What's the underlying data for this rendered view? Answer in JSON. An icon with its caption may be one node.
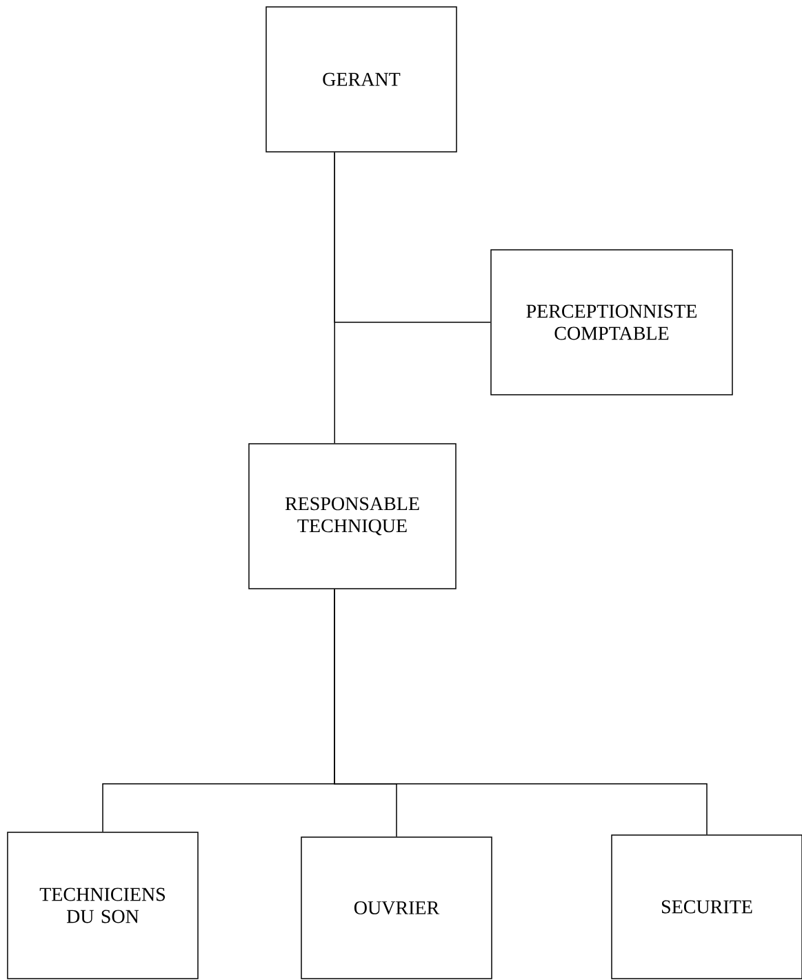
{
  "diagram": {
    "nodes": [
      {
        "text": [
          "GERANT"
        ]
      },
      {
        "text": [
          "PERCEPTIONNISTE COMPTABLE"
        ]
      },
      {
        "text": [
          "RESPONSABLE TECHNIQUE"
        ]
      },
      {
        "text": [
          "TECHNICIENS DU SON"
        ]
      },
      {
        "text": [
          "OUVRIER"
        ]
      },
      {
        "text": [
          "SECURITE"
        ]
      }
    ],
    "edges": [
      {
        "from": 0,
        "to": 1,
        "arrow": "none"
      },
      {
        "from": 0,
        "to": 2,
        "arrow": "none"
      },
      {
        "from": 2,
        "to": 3,
        "arrow": "none"
      },
      {
        "from": 2,
        "to": 4,
        "arrow": "none"
      },
      {
        "from": 2,
        "to": 5,
        "arrow": "none"
      }
    ]
  }
}
